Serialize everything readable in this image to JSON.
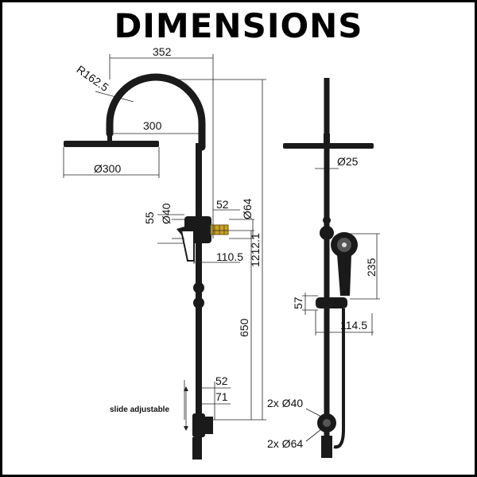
{
  "title": "DIMENSIONS",
  "colors": {
    "product": "#1a1a1a",
    "brass": "#c9a227",
    "lines": "#222222"
  },
  "front_view": {
    "width": "352",
    "radius": "R162.5",
    "arm_reach": "300",
    "head_diameter": "Ø300",
    "mixer_body": "Ø40",
    "mixer_flange": "Ø64",
    "mixer_offset": "52",
    "mixer_height": "55",
    "mixer_depth": "110.5",
    "overall_height": "1212.1",
    "mixer_to_base": "650",
    "base_offset": "52",
    "base_depth": "71",
    "slide_note": "slide adjustable"
  },
  "side_view": {
    "riser_diameter": "Ø25",
    "handset_height": "235",
    "bracket_height": "57",
    "bracket_depth": "114.5",
    "fitting_diameter": "2x Ø40",
    "flange_diameter": "2x Ø64"
  }
}
